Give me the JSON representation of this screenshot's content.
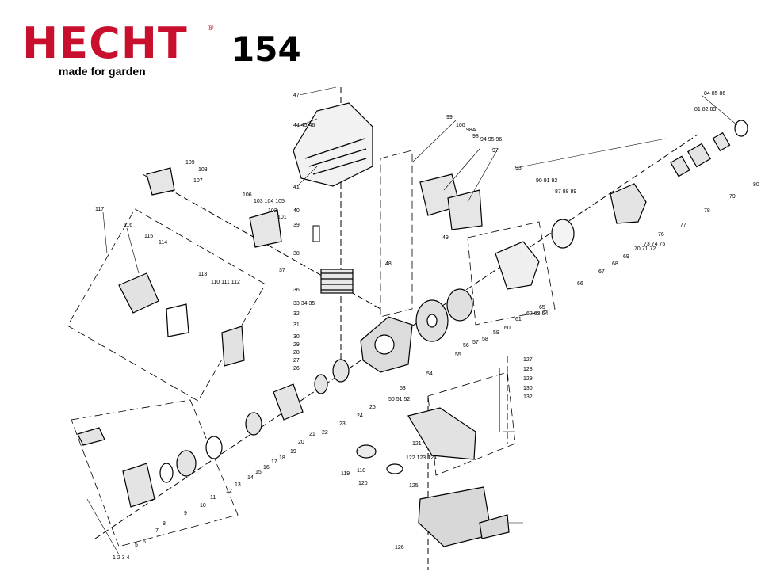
{
  "header": {
    "brand": "HECHT",
    "brand_mark": "®",
    "tagline": "made for garden",
    "model": "154"
  },
  "colors": {
    "brand_red": "#c8102e",
    "ink": "#000000"
  },
  "callouts": [
    "1 2 3 4",
    "5",
    "6",
    "7",
    "8",
    "9",
    "10",
    "11",
    "12",
    "13",
    "14",
    "15",
    "16",
    "17",
    "18",
    "19",
    "20",
    "21",
    "22",
    "23",
    "24",
    "25",
    "26",
    "27",
    "28",
    "29",
    "30",
    "31",
    "32",
    "33 34 35",
    "36",
    "37",
    "38",
    "39",
    "40",
    "41",
    "44 45 46",
    "47",
    "48",
    "49",
    "50 51 52",
    "53",
    "54",
    "55",
    "56",
    "57",
    "58",
    "59",
    "60",
    "61",
    "62 63 64",
    "65",
    "66",
    "67",
    "68",
    "69",
    "70 71 72",
    "73 74 75",
    "76",
    "77",
    "78",
    "79",
    "80",
    "81 82 83",
    "84 85 86",
    "87 88 89",
    "90 91 92",
    "93",
    "94 95 96",
    "97",
    "98",
    "98A",
    "99",
    "100",
    "101",
    "102",
    "103 104 105",
    "106",
    "107",
    "108",
    "109",
    "110 111 112",
    "113",
    "114",
    "115",
    "116",
    "117",
    "118",
    "119",
    "120",
    "121",
    "122 123 124",
    "125",
    "126",
    "127",
    "128",
    "129",
    "130",
    "132"
  ]
}
